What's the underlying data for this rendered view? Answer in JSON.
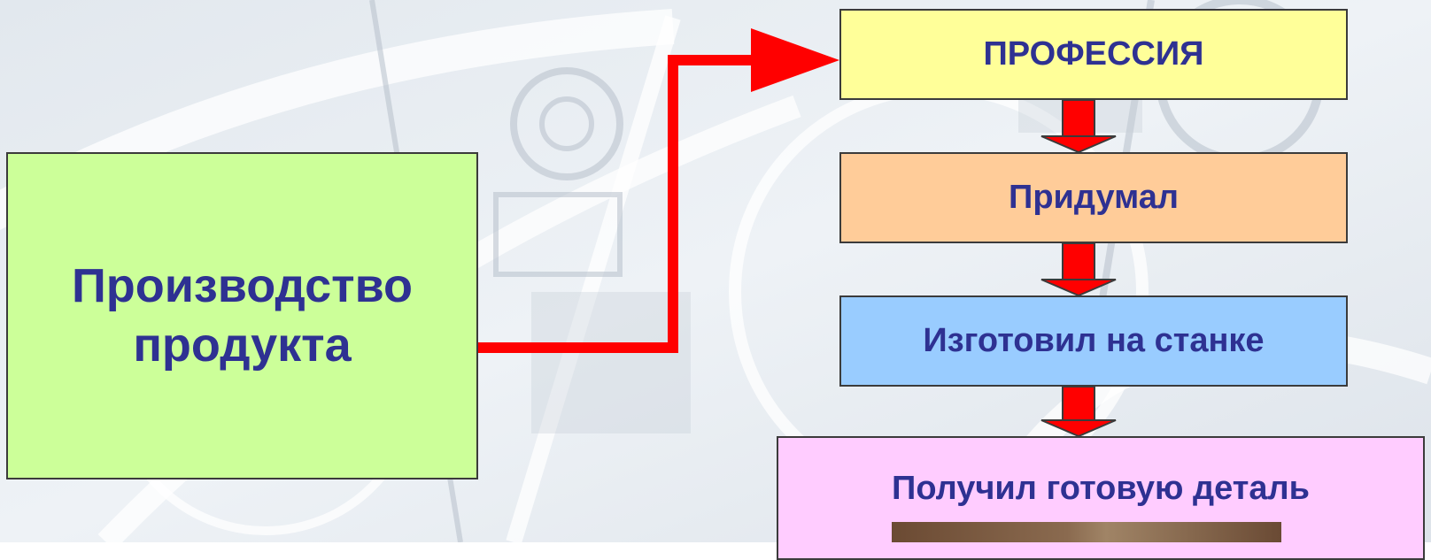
{
  "source": {
    "label_line1": "Производство",
    "label_line2": "продукта"
  },
  "steps": [
    {
      "label": "ПРОФЕССИЯ",
      "color": "#ffff99"
    },
    {
      "label": "Придумал",
      "color": "#ffcc99"
    },
    {
      "label": "Изготовил на станке",
      "color": "#99ccff"
    },
    {
      "label": "Получил готовую деталь",
      "color": "#ffccff"
    }
  ],
  "colors": {
    "text": "#2e3192",
    "arrow": "#ff0000",
    "source_fill": "#ccff99",
    "border": "#3b3b3b"
  }
}
